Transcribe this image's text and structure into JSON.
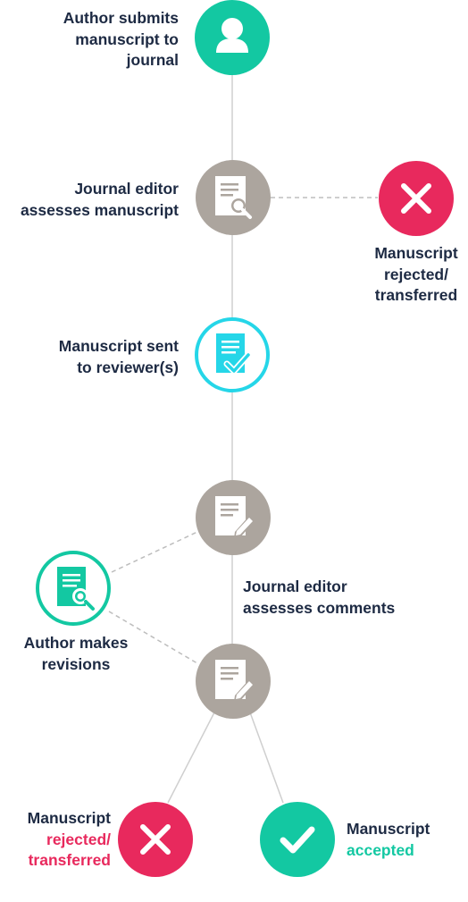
{
  "colors": {
    "green": "#13c8a2",
    "gray": "#aca59e",
    "red": "#e8295d",
    "cyan": "#25d6e8",
    "teal": "#13c8a2",
    "text": "#1d2a43",
    "line": "#c8c8c8"
  },
  "steps": {
    "submit": {
      "lines": [
        "Author submits",
        "manuscript to",
        "journal"
      ],
      "icon": "person-icon"
    },
    "assess": {
      "lines": [
        "Journal editor",
        "assesses manuscript"
      ],
      "icon": "document-search-icon"
    },
    "reject_top": {
      "lines": [
        "Manuscript",
        "rejected/",
        "transferred"
      ],
      "icon": "close-icon"
    },
    "review": {
      "lines": [
        "Manuscript sent",
        "to reviewer(s)"
      ],
      "icon": "document-check-icon"
    },
    "comments": {
      "lines": [
        "Journal editor",
        "assesses comments"
      ],
      "icon": "document-edit-icon"
    },
    "revisions": {
      "lines": [
        "Author makes",
        "revisions"
      ],
      "icon": "document-search-icon"
    },
    "reject_bottom": {
      "line1": "Manuscript",
      "line2": "rejected/",
      "line3": "transferred",
      "icon": "close-icon"
    },
    "accepted": {
      "line1": "Manuscript",
      "line2": "accepted",
      "icon": "checkmark-icon"
    }
  }
}
